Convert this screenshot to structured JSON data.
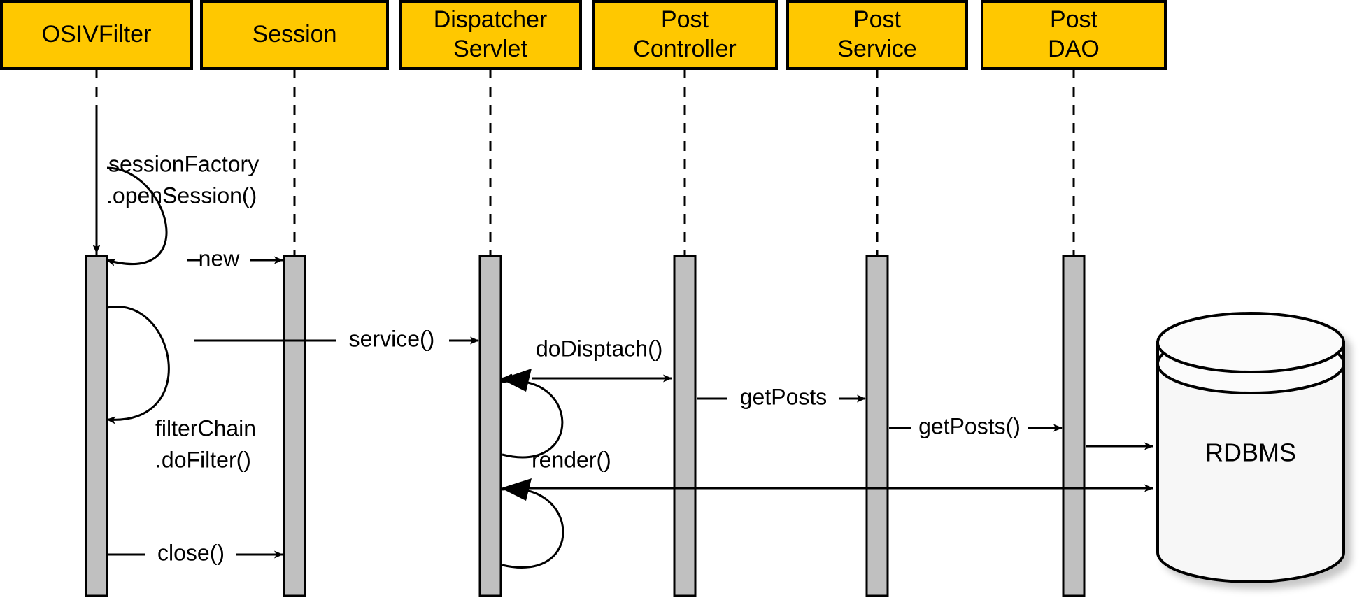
{
  "diagram": {
    "title": "OSIV Filter Sequence Diagram",
    "type": "uml-sequence-diagram",
    "colors": {
      "participant_fill": "#FFC800",
      "participant_stroke": "#000000",
      "activation_fill": "#C0C0C0",
      "line": "#000000",
      "database_fill": "#F7F7F7",
      "background": "#FFFFFF"
    },
    "participants": [
      {
        "id": "osivfilter",
        "label_line1": "OSIVFilter",
        "label_line2": ""
      },
      {
        "id": "session",
        "label_line1": "Session",
        "label_line2": ""
      },
      {
        "id": "dispatcherservlet",
        "label_line1": "Dispatcher",
        "label_line2": "Servlet"
      },
      {
        "id": "postcontroller",
        "label_line1": "Post",
        "label_line2": "Controller"
      },
      {
        "id": "postservice",
        "label_line1": "Post",
        "label_line2": "Service"
      },
      {
        "id": "postdao",
        "label_line1": "Post",
        "label_line2": "DAO"
      }
    ],
    "database": {
      "id": "rdbms",
      "label": "RDBMS"
    },
    "messages": [
      {
        "id": "m1",
        "label_line1": "sessionFactory",
        "label_line2": ".openSession()",
        "kind": "self-call",
        "from": "osivfilter",
        "to": "osivfilter"
      },
      {
        "id": "m2",
        "label_line1": "new",
        "label_line2": "",
        "kind": "call",
        "from": "osivfilter",
        "to": "session"
      },
      {
        "id": "m3",
        "label_line1": "filterChain",
        "label_line2": ".doFilter()",
        "kind": "self-call",
        "from": "osivfilter",
        "to": "osivfilter"
      },
      {
        "id": "m4",
        "label_line1": "service()",
        "label_line2": "",
        "kind": "call",
        "from": "osivfilter",
        "to": "dispatcherservlet"
      },
      {
        "id": "m5",
        "label_line1": "doDisptach()",
        "label_line2": "",
        "kind": "self-call",
        "from": "dispatcherservlet",
        "to": "postcontroller"
      },
      {
        "id": "m6",
        "label_line1": "getPosts",
        "label_line2": "",
        "kind": "call",
        "from": "postcontroller",
        "to": "postservice"
      },
      {
        "id": "m7",
        "label_line1": "getPosts()",
        "label_line2": "",
        "kind": "call",
        "from": "postservice",
        "to": "postdao"
      },
      {
        "id": "m8",
        "label_line1": "",
        "label_line2": "",
        "kind": "call",
        "from": "postdao",
        "to": "rdbms"
      },
      {
        "id": "m9",
        "label_line1": "render()",
        "label_line2": "",
        "kind": "self-call",
        "from": "dispatcherservlet",
        "to": "rdbms"
      },
      {
        "id": "m10",
        "label_line1": "close()",
        "label_line2": "",
        "kind": "call",
        "from": "osivfilter",
        "to": "session"
      }
    ]
  }
}
